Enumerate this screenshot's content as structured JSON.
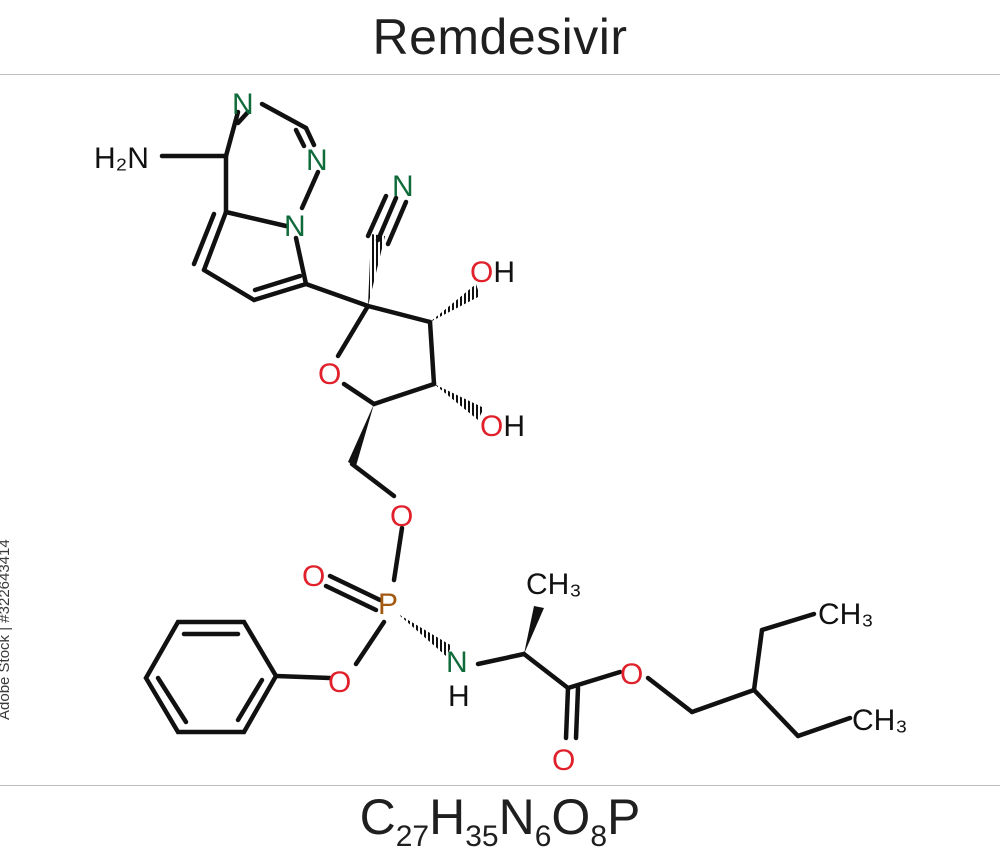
{
  "title": "Remdesivir",
  "formula": {
    "parts": [
      {
        "el": "C",
        "n": "27"
      },
      {
        "el": "H",
        "n": "35"
      },
      {
        "el": "N",
        "n": "6"
      },
      {
        "el": "O",
        "n": "8"
      },
      {
        "el": "P",
        "n": ""
      }
    ]
  },
  "stock_id": "Adobe Stock | #322643414",
  "colors": {
    "bond": "#111111",
    "nitrogen": "#0f6b3a",
    "oxygen": "#e0202a",
    "phosphorus": "#a35a10",
    "text": "#1f1f1f"
  },
  "labels": {
    "h2n": "H₂N",
    "n_ring_top": "N",
    "n_ring_right": "N",
    "n_ring_bridge": "N",
    "n_nitrile": "N",
    "oh_upper": "OH",
    "oh_lower": "OH",
    "o_ring": "O",
    "o_ester_link": "O",
    "o_double": "O",
    "p": "P",
    "o_phenoxy": "O",
    "nh": "N",
    "nh_h": "H",
    "ch3_alanine": "CH₃",
    "o_ester": "O",
    "o_carbonyl": "O",
    "ch3_upper": "CH₃",
    "ch3_lower": "CH₃"
  }
}
